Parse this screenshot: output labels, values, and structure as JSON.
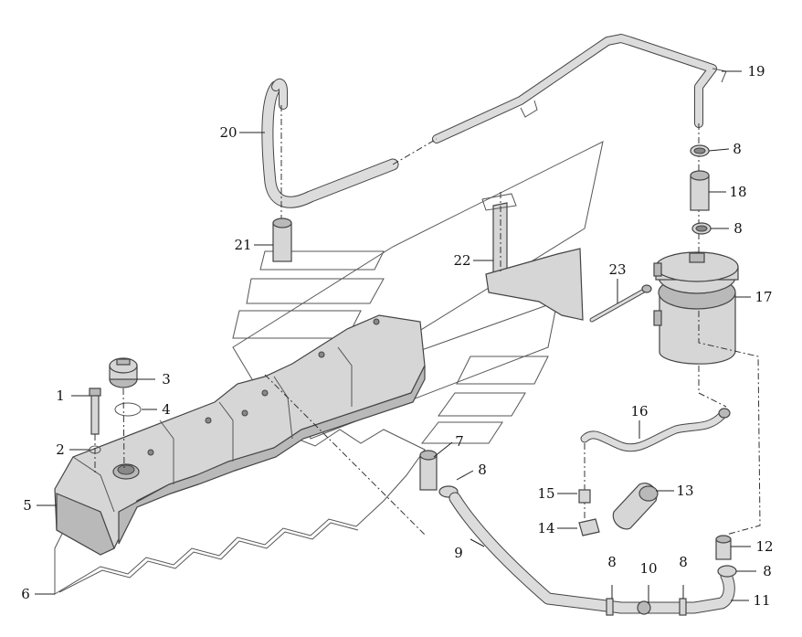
{
  "callouts": [
    "1",
    "2",
    "3",
    "4",
    "5",
    "6",
    "7",
    "8",
    "8",
    "8",
    "8",
    "8",
    "9",
    "10",
    "11",
    "12",
    "13",
    "14",
    "15",
    "16",
    "17",
    "18",
    "19",
    "20",
    "21",
    "22",
    "23"
  ]
}
